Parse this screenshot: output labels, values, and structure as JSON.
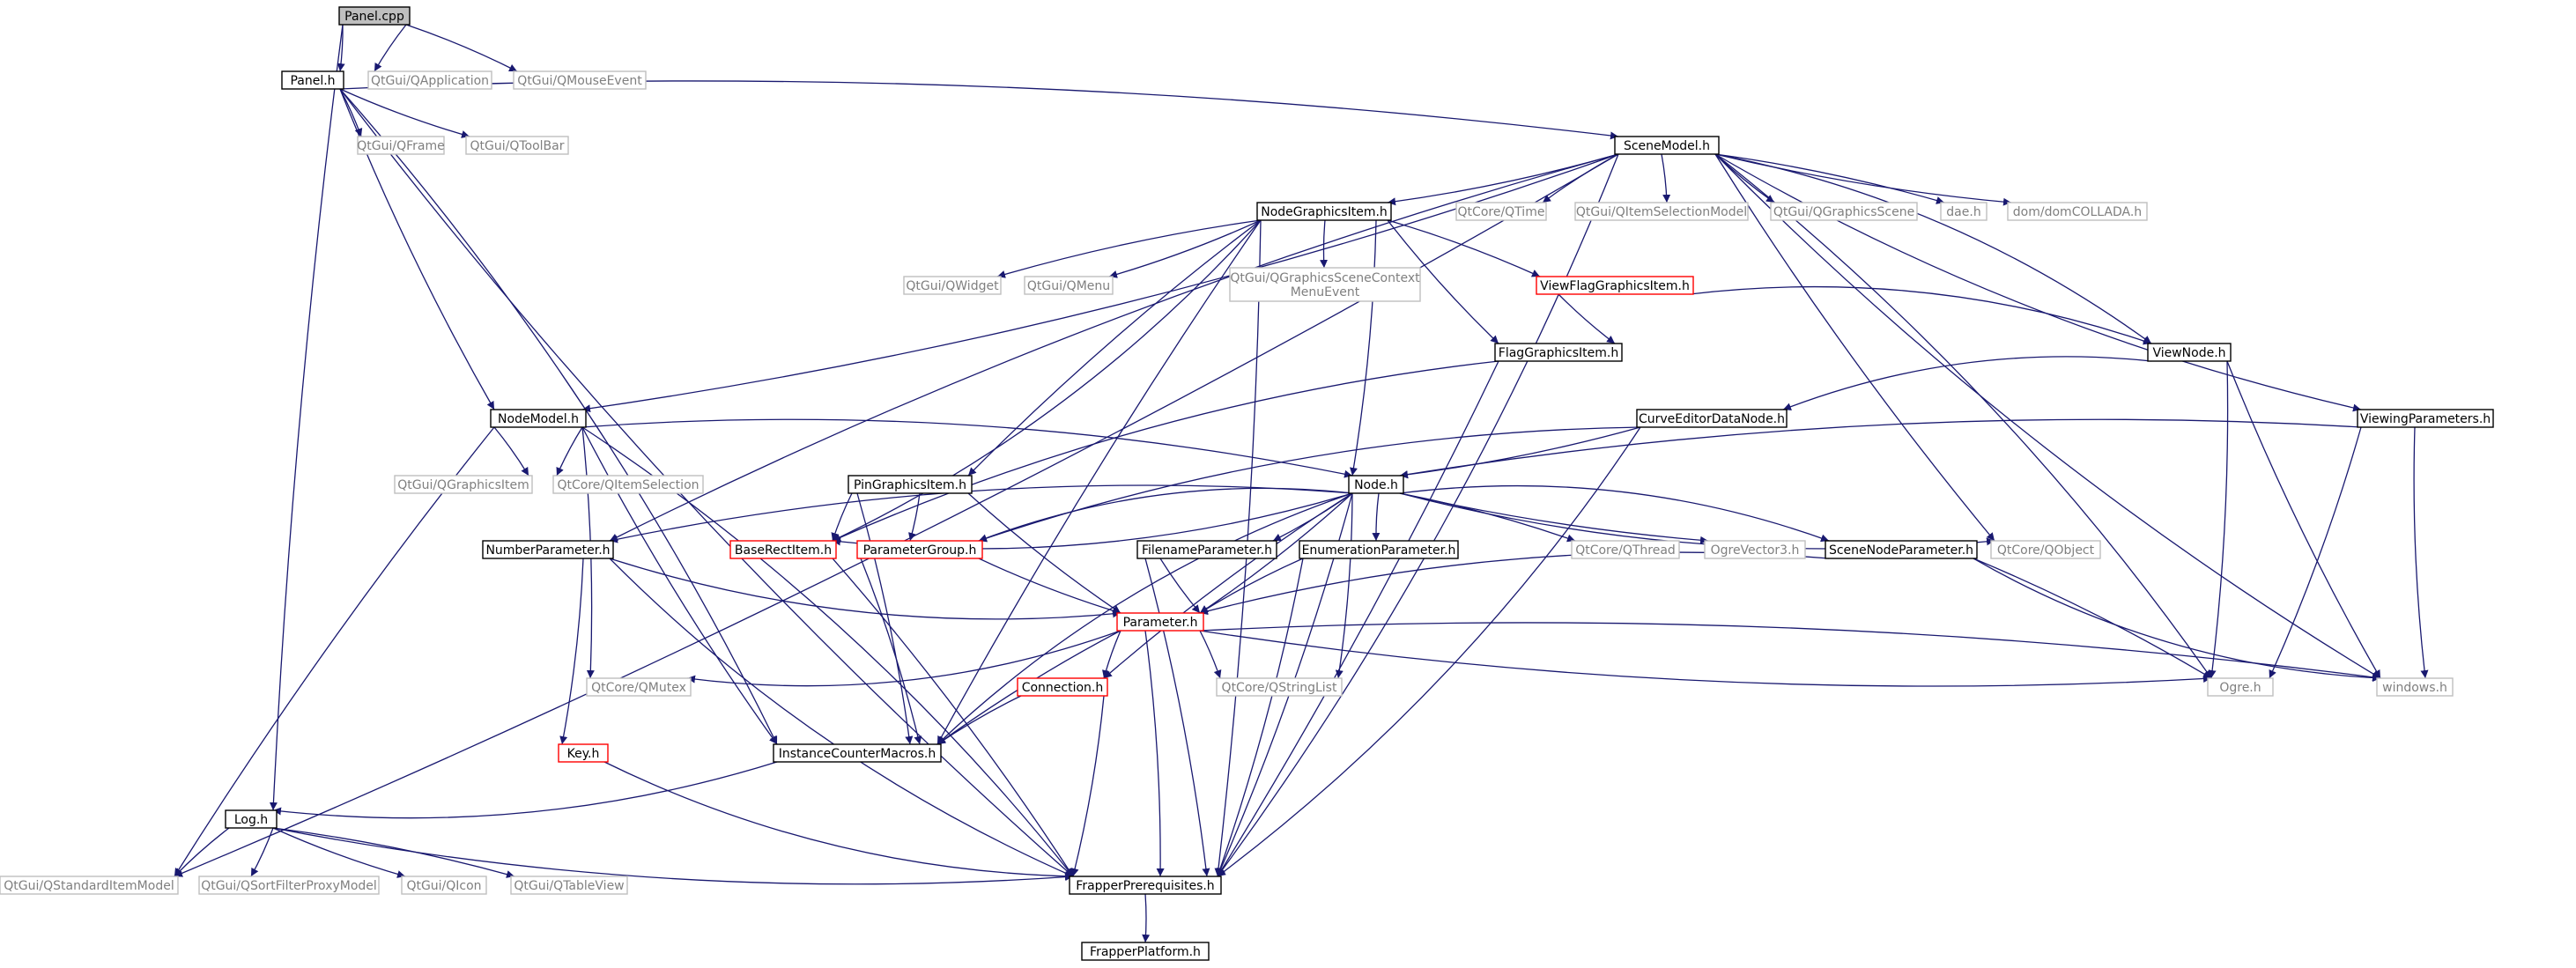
{
  "diagram": {
    "colors": {
      "edge": "#191970",
      "root_fill": "#bfbfbf",
      "documented": "#000000",
      "external": "#bfbfbf",
      "truncated": "#ff0000"
    },
    "nodes": [
      {
        "id": "panel_cpp",
        "label": "Panel.cpp",
        "style": "root"
      },
      {
        "id": "panel_h",
        "label": "Panel.h",
        "style": "black"
      },
      {
        "id": "qapplication",
        "label": "QtGui/QApplication",
        "style": "gray"
      },
      {
        "id": "qmouseevent",
        "label": "QtGui/QMouseEvent",
        "style": "gray"
      },
      {
        "id": "qframe",
        "label": "QtGui/QFrame",
        "style": "gray"
      },
      {
        "id": "qtoolbar",
        "label": "QtGui/QToolBar",
        "style": "gray"
      },
      {
        "id": "scenemodel",
        "label": "SceneModel.h",
        "style": "black"
      },
      {
        "id": "nodegraphicsitem",
        "label": "NodeGraphicsItem.h",
        "style": "black"
      },
      {
        "id": "qtime",
        "label": "QtCore/QTime",
        "style": "gray"
      },
      {
        "id": "qitemselectionmodel",
        "label": "QtGui/QItemSelectionModel",
        "style": "gray"
      },
      {
        "id": "qgraphicsscene",
        "label": "QtGui/QGraphicsScene",
        "style": "gray"
      },
      {
        "id": "dae",
        "label": "dae.h",
        "style": "gray"
      },
      {
        "id": "domcollada",
        "label": "dom/domCOLLADA.h",
        "style": "gray"
      },
      {
        "id": "qwidget",
        "label": "QtGui/QWidget",
        "style": "gray"
      },
      {
        "id": "qmenu",
        "label": "QtGui/QMenu",
        "style": "gray"
      },
      {
        "id": "qgscme",
        "label": "QtGui/QGraphicsSceneContext\nMenuEvent",
        "style": "gray"
      },
      {
        "id": "viewflag",
        "label": "ViewFlagGraphicsItem.h",
        "style": "red"
      },
      {
        "id": "flaggraphicsitem",
        "label": "FlagGraphicsItem.h",
        "style": "black"
      },
      {
        "id": "viewnode",
        "label": "ViewNode.h",
        "style": "black"
      },
      {
        "id": "nodemodel",
        "label": "NodeModel.h",
        "style": "black"
      },
      {
        "id": "curveeditor",
        "label": "CurveEditorDataNode.h",
        "style": "black"
      },
      {
        "id": "viewingparams",
        "label": "ViewingParameters.h",
        "style": "black"
      },
      {
        "id": "qgraphicsitem",
        "label": "QtGui/QGraphicsItem",
        "style": "gray"
      },
      {
        "id": "qitemselection",
        "label": "QtCore/QItemSelection",
        "style": "gray"
      },
      {
        "id": "pingraphicsitem",
        "label": "PinGraphicsItem.h",
        "style": "black"
      },
      {
        "id": "node",
        "label": "Node.h",
        "style": "black"
      },
      {
        "id": "numberparam",
        "label": "NumberParameter.h",
        "style": "black"
      },
      {
        "id": "baserectitem",
        "label": "BaseRectItem.h",
        "style": "red"
      },
      {
        "id": "paramgroup",
        "label": "ParameterGroup.h",
        "style": "red"
      },
      {
        "id": "filenameparam",
        "label": "FilenameParameter.h",
        "style": "black"
      },
      {
        "id": "enumparam",
        "label": "EnumerationParameter.h",
        "style": "black"
      },
      {
        "id": "qthread",
        "label": "QtCore/QThread",
        "style": "gray"
      },
      {
        "id": "ogrevector3",
        "label": "OgreVector3.h",
        "style": "gray"
      },
      {
        "id": "scenenodeparam",
        "label": "SceneNodeParameter.h",
        "style": "black"
      },
      {
        "id": "qobject",
        "label": "QtCore/QObject",
        "style": "gray"
      },
      {
        "id": "parameter",
        "label": "Parameter.h",
        "style": "red"
      },
      {
        "id": "qmutex",
        "label": "QtCore/QMutex",
        "style": "gray"
      },
      {
        "id": "connection",
        "label": "Connection.h",
        "style": "red"
      },
      {
        "id": "qstringlist",
        "label": "QtCore/QStringList",
        "style": "gray"
      },
      {
        "id": "ogre",
        "label": "Ogre.h",
        "style": "gray"
      },
      {
        "id": "windows",
        "label": "windows.h",
        "style": "gray"
      },
      {
        "id": "key",
        "label": "Key.h",
        "style": "red"
      },
      {
        "id": "instancecounter",
        "label": "InstanceCounterMacros.h",
        "style": "black"
      },
      {
        "id": "log",
        "label": "Log.h",
        "style": "black"
      },
      {
        "id": "qstandarditemmodel",
        "label": "QtGui/QStandardItemModel",
        "style": "gray"
      },
      {
        "id": "qsortfilter",
        "label": "QtGui/QSortFilterProxyModel",
        "style": "gray"
      },
      {
        "id": "qicon",
        "label": "QtGui/QIcon",
        "style": "gray"
      },
      {
        "id": "qtableview",
        "label": "QtGui/QTableView",
        "style": "gray"
      },
      {
        "id": "frapperprereq",
        "label": "FrapperPrerequisites.h",
        "style": "black"
      },
      {
        "id": "frapperplatform",
        "label": "FrapperPlatform.h",
        "style": "black"
      }
    ],
    "edges": [
      [
        "panel_cpp",
        "panel_h"
      ],
      [
        "panel_cpp",
        "qapplication"
      ],
      [
        "panel_cpp",
        "qmouseevent"
      ],
      [
        "panel_cpp",
        "log"
      ],
      [
        "panel_h",
        "qframe"
      ],
      [
        "panel_h",
        "qtoolbar"
      ],
      [
        "panel_h",
        "scenemodel"
      ],
      [
        "panel_h",
        "nodemodel"
      ],
      [
        "panel_h",
        "instancecounter"
      ],
      [
        "panel_h",
        "frapperprereq"
      ],
      [
        "scenemodel",
        "nodegraphicsitem"
      ],
      [
        "scenemodel",
        "qtime"
      ],
      [
        "scenemodel",
        "qitemselectionmodel"
      ],
      [
        "scenemodel",
        "qgraphicsscene"
      ],
      [
        "scenemodel",
        "dae"
      ],
      [
        "scenemodel",
        "domcollada"
      ],
      [
        "scenemodel",
        "viewnode"
      ],
      [
        "scenemodel",
        "viewingparams"
      ],
      [
        "scenemodel",
        "nodemodel"
      ],
      [
        "scenemodel",
        "numberparam"
      ],
      [
        "scenemodel",
        "qstandarditemmodel"
      ],
      [
        "scenemodel",
        "qobject"
      ],
      [
        "scenemodel",
        "ogre"
      ],
      [
        "scenemodel",
        "windows"
      ],
      [
        "scenemodel",
        "frapperprereq"
      ],
      [
        "nodegraphicsitem",
        "qwidget"
      ],
      [
        "nodegraphicsitem",
        "qmenu"
      ],
      [
        "nodegraphicsitem",
        "qgscme"
      ],
      [
        "nodegraphicsitem",
        "viewflag"
      ],
      [
        "nodegraphicsitem",
        "flaggraphicsitem"
      ],
      [
        "nodegraphicsitem",
        "node"
      ],
      [
        "nodegraphicsitem",
        "pingraphicsitem"
      ],
      [
        "nodegraphicsitem",
        "baserectitem"
      ],
      [
        "nodegraphicsitem",
        "instancecounter"
      ],
      [
        "nodegraphicsitem",
        "frapperprereq"
      ],
      [
        "viewflag",
        "flaggraphicsitem"
      ],
      [
        "viewflag",
        "viewnode"
      ],
      [
        "flaggraphicsitem",
        "baserectitem"
      ],
      [
        "flaggraphicsitem",
        "frapperprereq"
      ],
      [
        "viewnode",
        "curveeditor"
      ],
      [
        "viewnode",
        "ogre"
      ],
      [
        "viewnode",
        "windows"
      ],
      [
        "curveeditor",
        "node"
      ],
      [
        "curveeditor",
        "paramgroup"
      ],
      [
        "curveeditor",
        "frapperprereq"
      ],
      [
        "viewingparams",
        "node"
      ],
      [
        "viewingparams",
        "ogre"
      ],
      [
        "viewingparams",
        "windows"
      ],
      [
        "nodemodel",
        "qgraphicsitem"
      ],
      [
        "nodemodel",
        "qitemselection"
      ],
      [
        "nodemodel",
        "node"
      ],
      [
        "nodemodel",
        "qstandarditemmodel"
      ],
      [
        "nodemodel",
        "qmutex"
      ],
      [
        "nodemodel",
        "instancecounter"
      ],
      [
        "nodemodel",
        "frapperprereq"
      ],
      [
        "pingraphicsitem",
        "baserectitem"
      ],
      [
        "pingraphicsitem",
        "paramgroup"
      ],
      [
        "pingraphicsitem",
        "parameter"
      ],
      [
        "pingraphicsitem",
        "instancecounter"
      ],
      [
        "node",
        "numberparam"
      ],
      [
        "node",
        "baserectitem"
      ],
      [
        "node",
        "paramgroup"
      ],
      [
        "node",
        "filenameparam"
      ],
      [
        "node",
        "enumparam"
      ],
      [
        "node",
        "qthread"
      ],
      [
        "node",
        "ogrevector3"
      ],
      [
        "node",
        "scenenodeparam"
      ],
      [
        "node",
        "qobject"
      ],
      [
        "node",
        "parameter"
      ],
      [
        "node",
        "connection"
      ],
      [
        "node",
        "qstringlist"
      ],
      [
        "node",
        "instancecounter"
      ],
      [
        "node",
        "frapperprereq"
      ],
      [
        "numberparam",
        "parameter"
      ],
      [
        "numberparam",
        "key"
      ],
      [
        "numberparam",
        "frapperprereq"
      ],
      [
        "baserectitem",
        "frapperprereq"
      ],
      [
        "paramgroup",
        "parameter"
      ],
      [
        "paramgroup",
        "instancecounter"
      ],
      [
        "filenameparam",
        "parameter"
      ],
      [
        "filenameparam",
        "frapperprereq"
      ],
      [
        "enumparam",
        "parameter"
      ],
      [
        "enumparam",
        "frapperprereq"
      ],
      [
        "scenenodeparam",
        "parameter"
      ],
      [
        "scenenodeparam",
        "ogre"
      ],
      [
        "scenenodeparam",
        "windows"
      ],
      [
        "parameter",
        "qmutex"
      ],
      [
        "parameter",
        "connection"
      ],
      [
        "parameter",
        "qstringlist"
      ],
      [
        "parameter",
        "ogre"
      ],
      [
        "parameter",
        "windows"
      ],
      [
        "parameter",
        "instancecounter"
      ],
      [
        "parameter",
        "frapperprereq"
      ],
      [
        "connection",
        "instancecounter"
      ],
      [
        "connection",
        "frapperprereq"
      ],
      [
        "key",
        "frapperprereq"
      ],
      [
        "instancecounter",
        "log"
      ],
      [
        "log",
        "qstandarditemmodel"
      ],
      [
        "log",
        "qsortfilter"
      ],
      [
        "log",
        "qicon"
      ],
      [
        "log",
        "qtableview"
      ],
      [
        "log",
        "frapperprereq"
      ],
      [
        "frapperprereq",
        "frapperplatform"
      ]
    ]
  }
}
